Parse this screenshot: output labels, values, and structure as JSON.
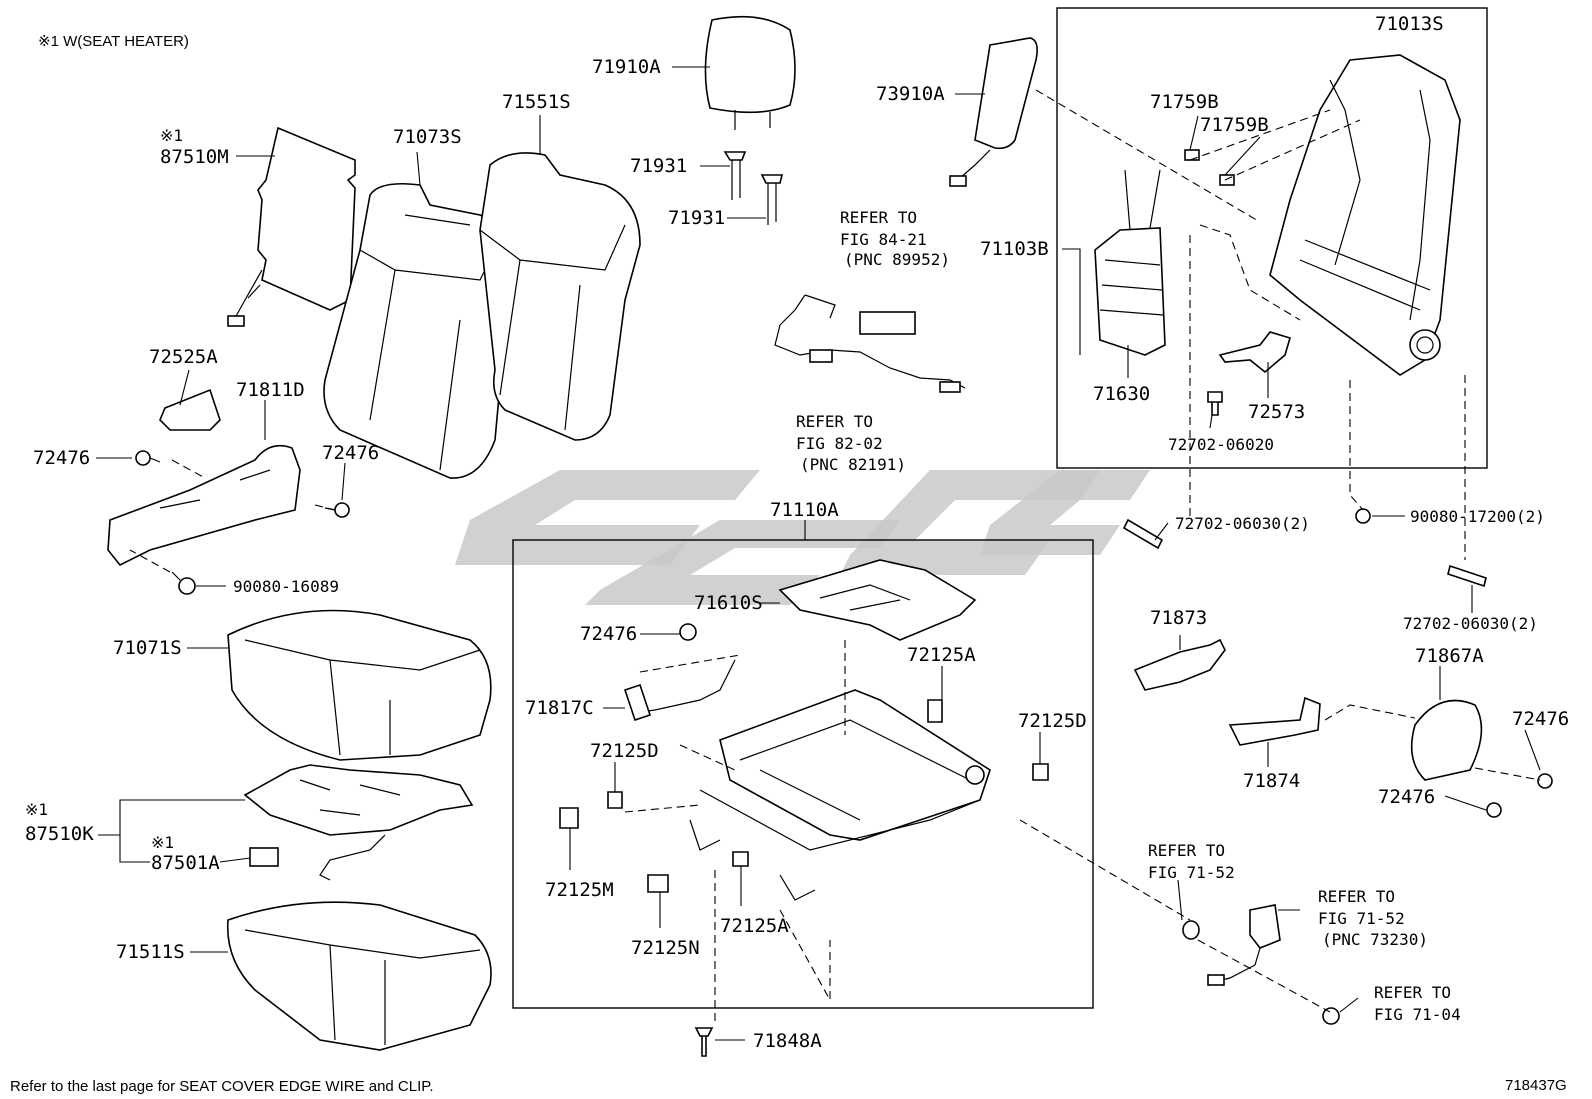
{
  "header_note": "※1 W(SEAT HEATER)",
  "footer_note": "Refer to the last page for SEAT COVER EDGE WIRE and CLIP.",
  "figure_id": "718437G",
  "labels": {
    "p87510M_mark": "※1",
    "p87510M": "87510M",
    "p71073S": "71073S",
    "p71551S": "71551S",
    "p71910A": "71910A",
    "p71931a": "71931",
    "p71931b": "71931",
    "p73910A": "73910A",
    "p71013S": "71013S",
    "p71759Ba": "71759B",
    "p71759Bb": "71759B",
    "p71103B": "71103B",
    "p71630": "71630",
    "p72573": "72573",
    "p72702_06020": "72702-06020",
    "p72525A": "72525A",
    "p71811D": "71811D",
    "p72476a": "72476",
    "p72476b": "72476",
    "p90080_16089": "90080-16089",
    "p71071S": "71071S",
    "p87510K_mark": "※1",
    "p87510K": "87510K",
    "p87501A_mark": "※1",
    "p87501A": "87501A",
    "p71511S": "71511S",
    "p71110A": "71110A",
    "p71610S": "71610S",
    "p72476c": "72476",
    "p71817C": "71817C",
    "p72125Da": "72125D",
    "p72125M": "72125M",
    "p72125N": "72125N",
    "p72125Aa": "72125A",
    "p72125Ab": "72125A",
    "p72125Db": "72125D",
    "p71848A": "71848A",
    "p72702_06030a": "72702-06030(2)",
    "p90080_17200": "90080-17200(2)",
    "p72702_06030b": "72702-06030(2)",
    "p71873": "71873",
    "p71867A": "71867A",
    "p72476d": "72476",
    "p71874": "71874",
    "p72476e": "72476"
  },
  "references": {
    "ref_84_21": [
      "REFER TO",
      "FIG 84-21",
      "(PNC 89952)"
    ],
    "ref_82_02": [
      "REFER TO",
      "FIG 82-02",
      "(PNC 82191)"
    ],
    "ref_71_52a": [
      "REFER TO",
      "FIG 71-52"
    ],
    "ref_71_52b": [
      "REFER TO",
      "FIG 71-52",
      "(PNC 73230)"
    ],
    "ref_71_04": [
      "REFER TO",
      "FIG 71-04"
    ]
  }
}
